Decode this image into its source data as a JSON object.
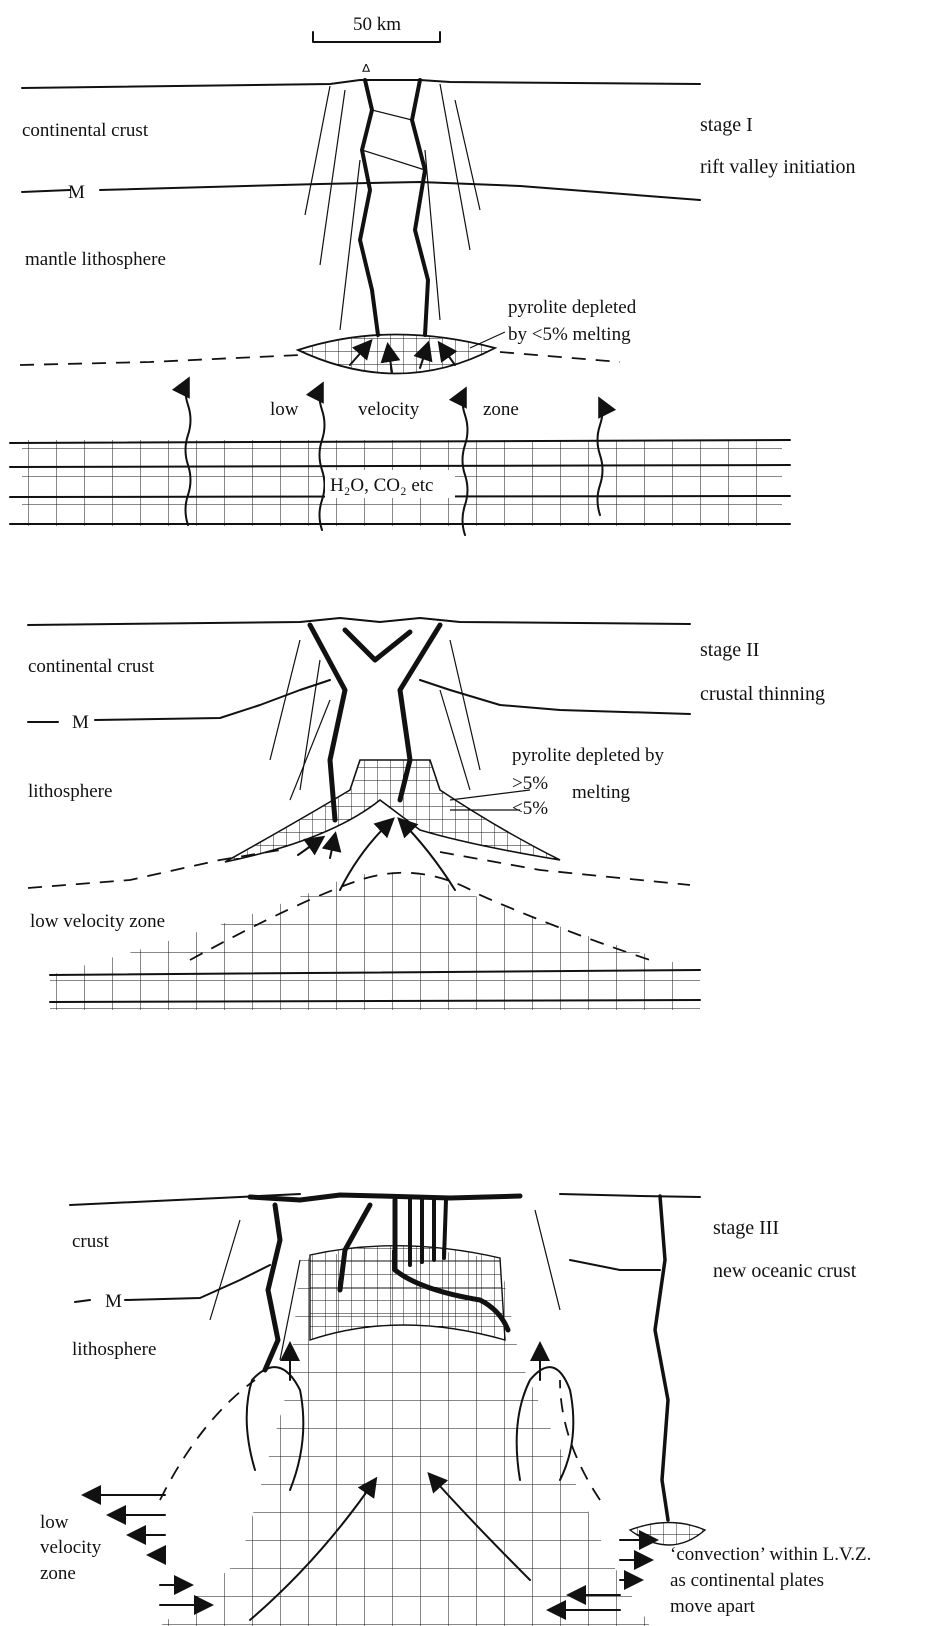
{
  "scale_bar": "50 km",
  "stage1": {
    "title": "stage I",
    "subtitle": "rift valley initiation",
    "crust": "continental crust",
    "moho": "M",
    "lithosphere": "mantle lithosphere",
    "depleted_line1": "pyrolite depleted",
    "depleted_line2": "by <5% melting",
    "lvz_low": "low",
    "lvz_velocity": "velocity",
    "lvz_zone": "zone",
    "volatiles": "H₂O, CO₂ etc"
  },
  "stage2": {
    "title": "stage II",
    "subtitle": "crustal thinning",
    "crust": "continental crust",
    "moho": "M",
    "lithosphere": "lithosphere",
    "depleted_line1": "pyrolite depleted by",
    "depleted_gt": ">5%",
    "depleted_melting": "melting",
    "depleted_lt": "<5%",
    "lvz": "low velocity zone"
  },
  "stage3": {
    "title": "stage III",
    "subtitle": "new oceanic crust",
    "crust": "crust",
    "moho": "M",
    "lithosphere": "lithosphere",
    "lvz_1": "low",
    "lvz_2": "velocity",
    "lvz_3": "zone",
    "conv_1": "‘convection’ within L.V.Z.",
    "conv_2": "as continental plates",
    "conv_3": "move apart"
  }
}
